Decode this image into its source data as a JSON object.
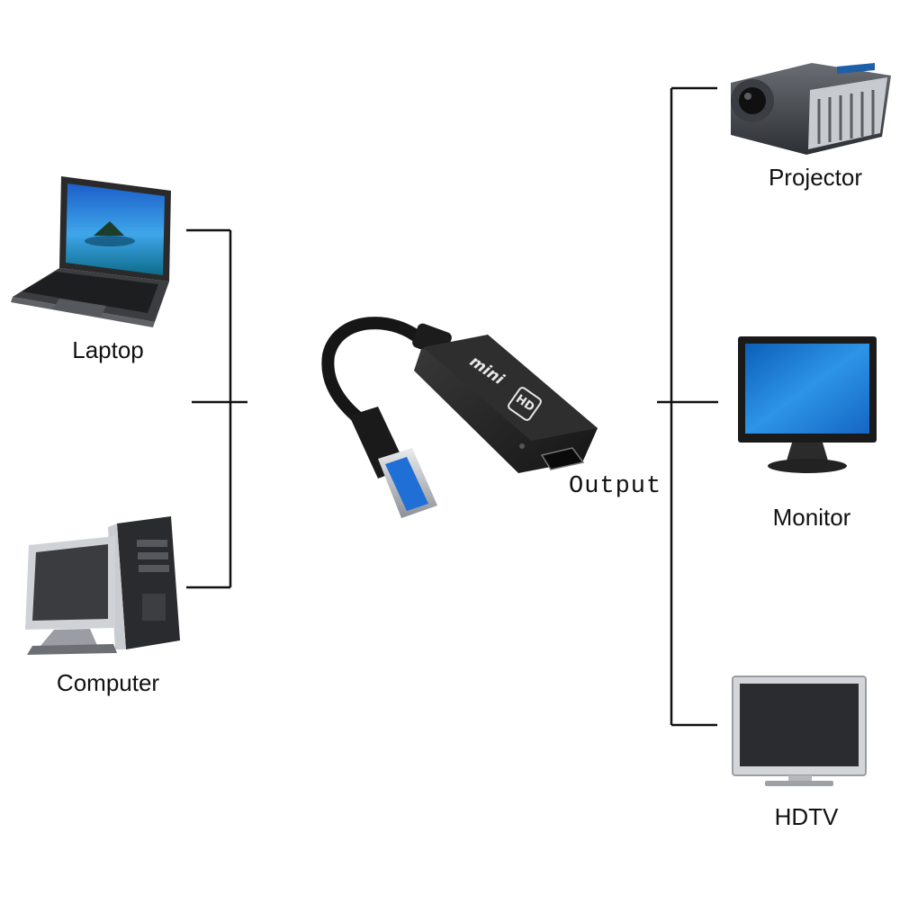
{
  "sources": [
    {
      "name": "Laptop",
      "icon": "laptop-icon"
    },
    {
      "name": "Computer",
      "icon": "desktop-computer-icon"
    }
  ],
  "adapter": {
    "brand": "mini",
    "logo": "HD",
    "output_label": "Output",
    "icon": "usb-to-hdmi-adapter-icon"
  },
  "outputs": [
    {
      "name": "Projector",
      "icon": "projector-icon"
    },
    {
      "name": "Monitor",
      "icon": "monitor-icon"
    },
    {
      "name": "HDTV",
      "icon": "hdtv-icon"
    }
  ],
  "colors": {
    "line": "#111111",
    "screen_blue": "#1e88d9",
    "device_dark": "#2a2a2a",
    "device_silver": "#b8bcc2",
    "usb_blue": "#1f6fd6"
  }
}
